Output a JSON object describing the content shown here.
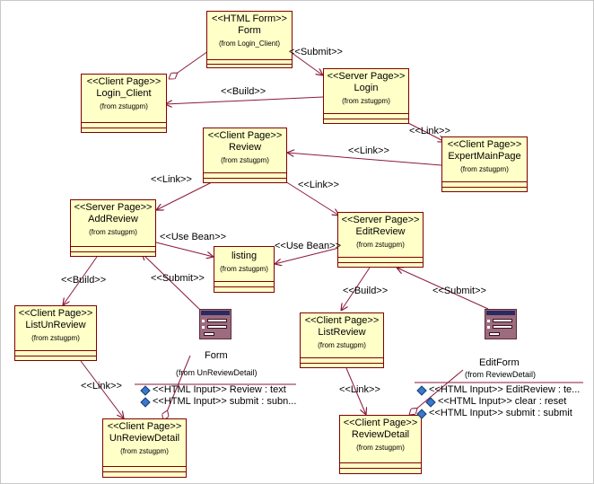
{
  "nodes": {
    "form_top": {
      "stereotype": "<<HTML Form>>",
      "name": "Form",
      "from": "(from Login_Client)"
    },
    "login_client": {
      "stereotype": "<<Client Page>>",
      "name": "Login_Client",
      "from": "(from zstugpm)"
    },
    "login": {
      "stereotype": "<<Server Page>>",
      "name": "Login",
      "from": "(from zstugpm)"
    },
    "expert_main": {
      "stereotype": "<<Client Page>>",
      "name": "ExpertMainPage",
      "from": "(from zstugpm)"
    },
    "review": {
      "stereotype": "<<Client Page>>",
      "name": "Review",
      "from": "(from zstugpm)"
    },
    "add_review": {
      "stereotype": "<<Server Page>>",
      "name": "AddReview",
      "from": "(from zstugpm)"
    },
    "edit_review": {
      "stereotype": "<<Server Page>>",
      "name": "EditReview",
      "from": "(from zstugpm)"
    },
    "listing": {
      "name": "listing",
      "from": "(from zstugpm)"
    },
    "list_unreview": {
      "stereotype": "<<Client Page>>",
      "name": "ListUnReview",
      "from": "(from zstugpm)"
    },
    "list_review": {
      "stereotype": "<<Client Page>>",
      "name": "ListReview",
      "from": "(from zstugpm)"
    },
    "unreview_detail": {
      "stereotype": "<<Client Page>>",
      "name": "UnReviewDetail",
      "from": "(from zstugpm)"
    },
    "review_detail": {
      "stereotype": "<<Client Page>>",
      "name": "ReviewDetail",
      "from": "(from zstugpm)"
    }
  },
  "forms": {
    "form_left": {
      "name": "Form",
      "from": "(from UnReviewDetail)",
      "attributes": [
        "<<HTML Input>> Review : text",
        "<<HTML Input>> submit : subn..."
      ]
    },
    "edit_form": {
      "name": "EditForm",
      "from": "(from ReviewDetail)",
      "attributes": [
        "<<HTML Input>> EditReview : te...",
        "<<HTML Input>> clear : reset",
        "<<HTML Input>> submit : submit"
      ]
    }
  },
  "labels": {
    "submit_top": "<<Submit>>",
    "build_top": "<<Build>>",
    "link_login": "<<Link>>",
    "link_expert": "<<Link>>",
    "link_add": "<<Link>>",
    "link_edit": "<<Link>>",
    "use_bean_left": "<<Use Bean>>",
    "use_bean_right": "<<Use Bean>>",
    "build_left": "<<Build>>",
    "submit_left": "<<Submit>>",
    "build_right": "<<Build>>",
    "submit_right": "<<Submit>>",
    "link_unreview": "<<Link>>",
    "link_review": "<<Link>>"
  },
  "colors": {
    "box_fill": "#ffffc8",
    "box_border": "#800000",
    "line": "#8b1a3a"
  }
}
